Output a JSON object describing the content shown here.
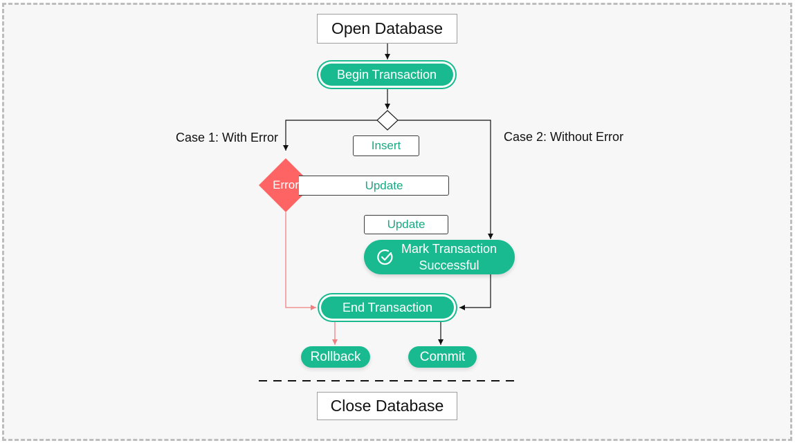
{
  "nodes": {
    "open_database": "Open Database",
    "begin_transaction": "Begin Transaction",
    "insert": "Insert",
    "update_1": "Update",
    "update_2": "Update",
    "error": "Error",
    "mark_transaction_line1": "Mark Transaction",
    "mark_transaction_line2": "Successful",
    "end_transaction": "End Transaction",
    "rollback": "Rollback",
    "commit": "Commit",
    "close_database": "Close Database"
  },
  "labels": {
    "case1": "Case 1: With Error",
    "case2": "Case 2: Without Error"
  },
  "icons": {
    "decision": "decision-diamond-icon",
    "error": "error-diamond-icon",
    "success": "check-circle-icon"
  },
  "colors": {
    "accent_green": "#1aba90",
    "green_text": "#1aa882",
    "error_red": "#ff6464",
    "error_line": "#f08080",
    "frame_border": "#bdbdbd",
    "background": "#f7f7f7"
  }
}
